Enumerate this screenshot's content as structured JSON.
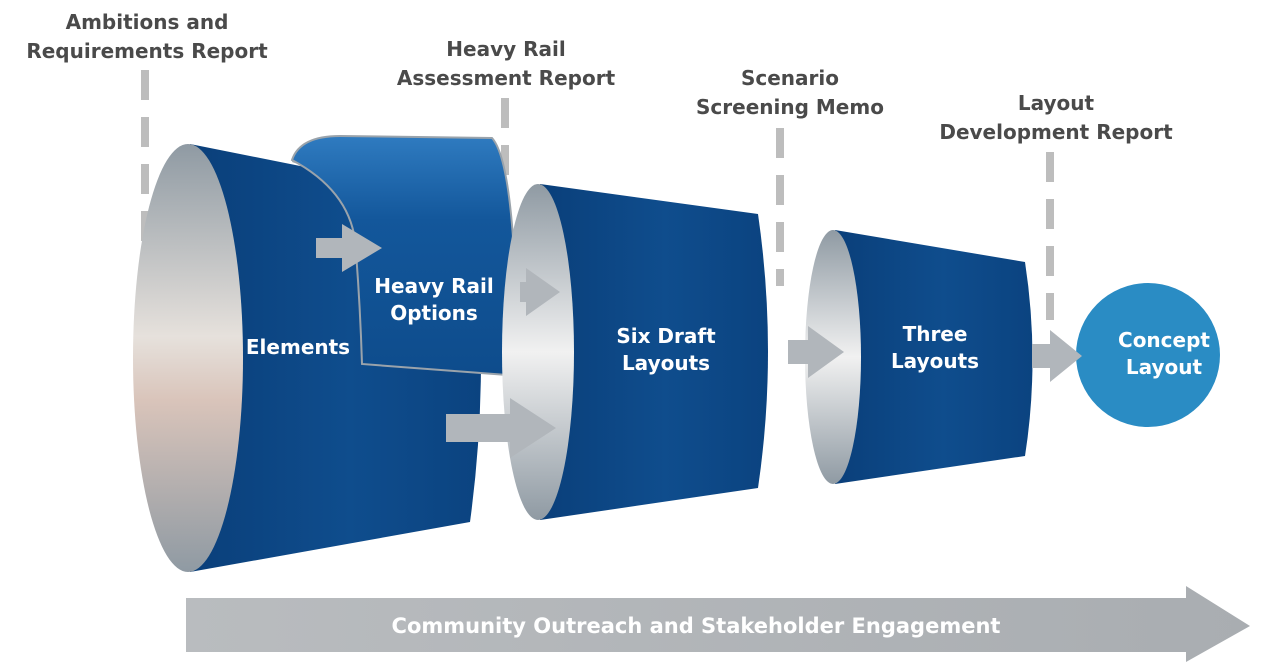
{
  "reports": [
    {
      "line1": "Ambitions and",
      "line2": "Requirements Report"
    },
    {
      "line1": "Heavy Rail",
      "line2": "Assessment Report"
    },
    {
      "line1": "Scenario",
      "line2": "Screening Memo"
    },
    {
      "line1": "Layout",
      "line2": "Development Report"
    }
  ],
  "stages": [
    {
      "line1": "Elements",
      "line2": ""
    },
    {
      "line1": "Heavy Rail",
      "line2": "Options"
    },
    {
      "line1": "Six Draft",
      "line2": "Layouts"
    },
    {
      "line1": "Three",
      "line2": "Layouts"
    },
    {
      "line1": "Concept",
      "line2": "Layout"
    }
  ],
  "banner": {
    "label": "Community Outreach and Stakeholder Engagement"
  },
  "colors": {
    "funnel_blue": "#0e4c8c",
    "card_blue": "#1a5fa3",
    "concept_circle": "#2a8cc4",
    "arrow_gray": "#b1b6bb",
    "report_text": "#4a4a4a"
  }
}
